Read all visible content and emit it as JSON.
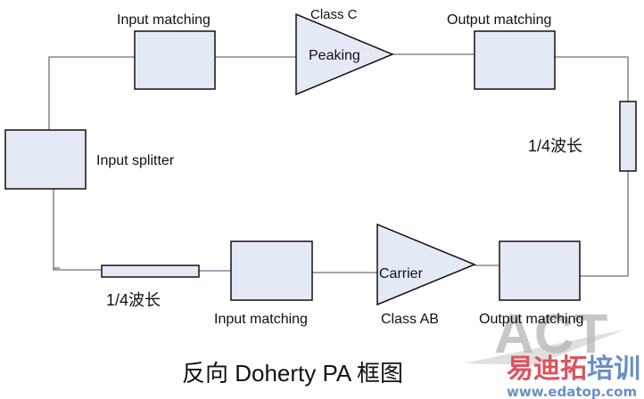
{
  "diagram": {
    "title": "反向 Doherty PA 框图",
    "blocks": {
      "input_matching_top": {
        "label": "Input matching"
      },
      "peaking_amp": {
        "label": "Peaking",
        "class_label": "Class C"
      },
      "output_matching_top": {
        "label": "Output matching"
      },
      "quarter_wave_right": {
        "label": "1/4波长"
      },
      "input_splitter": {
        "label": "Input splitter"
      },
      "quarter_wave_bottom": {
        "label": "1/4波长"
      },
      "input_matching_bottom": {
        "label": "Input matching"
      },
      "carrier_amp": {
        "label": "Carrier",
        "class_label": "Class AB"
      },
      "output_matching_bottom": {
        "label": "Output matching"
      }
    },
    "colors": {
      "block_fill": "#e4eaf5",
      "block_stroke": "#111111",
      "wire": "#66727f"
    }
  },
  "watermark": {
    "logo_text": "ACT",
    "brand_part1": "易迪拓",
    "brand_part2": "培训",
    "url": "www.edatop.com"
  }
}
